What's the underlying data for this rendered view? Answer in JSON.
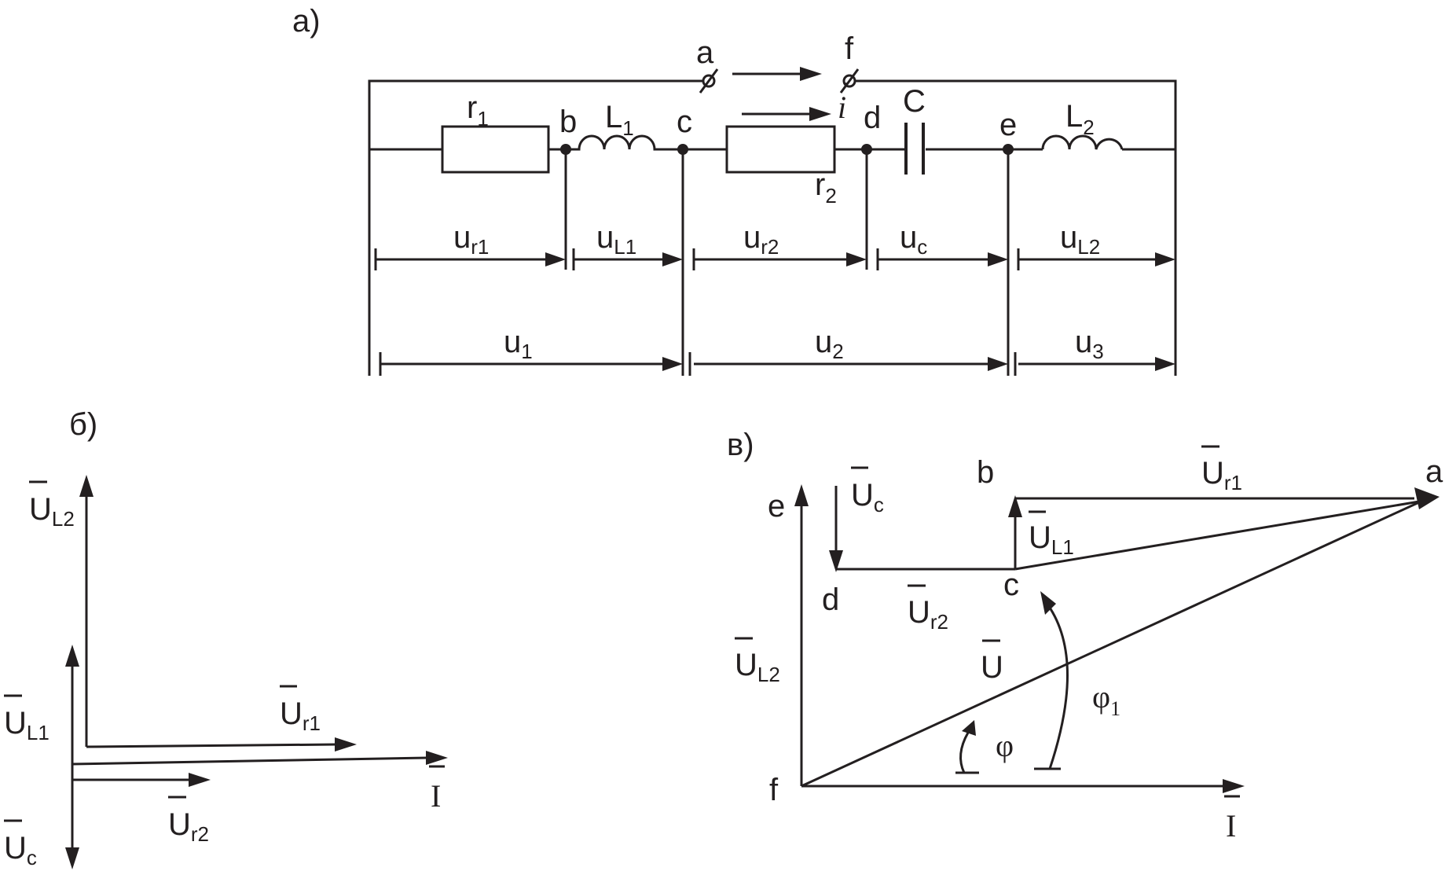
{
  "panels": {
    "a": "а)",
    "b": "б)",
    "v": "в)"
  },
  "circuit": {
    "nodes": {
      "a": "a",
      "f": "f",
      "b": "b",
      "c": "c",
      "d": "d",
      "e": "e"
    },
    "current": {
      "sym": "i",
      "dot": "·"
    },
    "elements": {
      "r1": {
        "base": "r",
        "sub": "1"
      },
      "L1": {
        "base": "L",
        "sub": "1"
      },
      "r2": {
        "base": "r",
        "sub": "2"
      },
      "C": {
        "base": "C",
        "sub": ""
      },
      "L2": {
        "base": "L",
        "sub": "2"
      }
    },
    "voltages_row1": [
      {
        "base": "u",
        "sub": "r1"
      },
      {
        "base": "u",
        "sub": "L1"
      },
      {
        "base": "u",
        "sub": "r2"
      },
      {
        "base": "u",
        "sub": "c"
      },
      {
        "base": "u",
        "sub": "L2"
      }
    ],
    "voltages_row2": [
      {
        "base": "u",
        "sub": "1"
      },
      {
        "base": "u",
        "sub": "2"
      },
      {
        "base": "u",
        "sub": "3"
      }
    ]
  },
  "phasor_b": {
    "UL2": {
      "base": "U",
      "sub": "L2"
    },
    "UL1": {
      "base": "U",
      "sub": "L1"
    },
    "Uc": {
      "base": "U",
      "sub": "c"
    },
    "Ur1": {
      "base": "U",
      "sub": "r1"
    },
    "Ur2": {
      "base": "U",
      "sub": "r2"
    },
    "I": {
      "base": "I",
      "sub": ""
    }
  },
  "phasor_v": {
    "points": {
      "a": "a",
      "b": "b",
      "c": "c",
      "d": "d",
      "e": "e",
      "f": "f"
    },
    "Ur1": {
      "base": "U",
      "sub": "r1"
    },
    "UL1": {
      "base": "U",
      "sub": "L1"
    },
    "Uc": {
      "base": "U",
      "sub": "c"
    },
    "Ur2": {
      "base": "U",
      "sub": "r2"
    },
    "UL2": {
      "base": "U",
      "sub": "L2"
    },
    "U": {
      "base": "U",
      "sub": ""
    },
    "I": {
      "base": "I",
      "sub": ""
    },
    "phi": {
      "base": "φ",
      "sub": ""
    },
    "phi1": {
      "base": "φ",
      "sub": "1"
    }
  }
}
